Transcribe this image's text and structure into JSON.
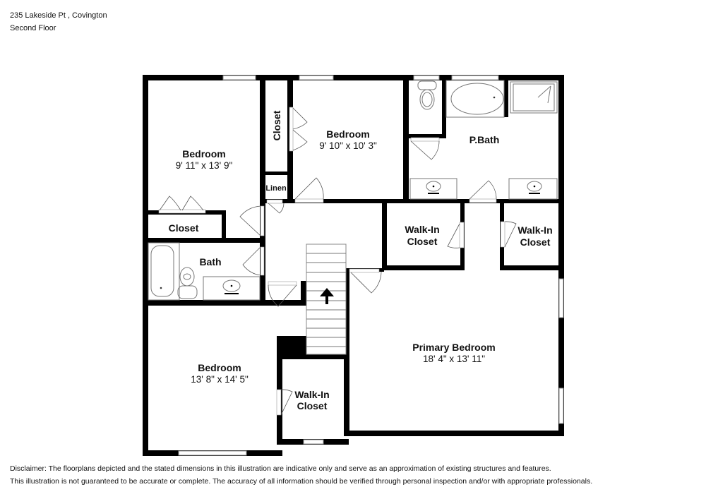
{
  "header": {
    "address": "235 Lakeside Pt , Covington",
    "floor": "Second Floor"
  },
  "rooms": {
    "bedroom_nw": {
      "name": "Bedroom",
      "dims": "9' 11\" x 13' 9\""
    },
    "closet_vertical": {
      "name": "Closet"
    },
    "bedroom_n": {
      "name": "Bedroom",
      "dims": "9' 10\" x 10' 3\""
    },
    "linen": {
      "name": "Linen"
    },
    "pbath": {
      "name": "P.Bath"
    },
    "closet_w": {
      "name": "Closet"
    },
    "bath": {
      "name": "Bath"
    },
    "walkin_1": {
      "line1": "Walk-In",
      "line2": "Closet"
    },
    "walkin_2": {
      "line1": "Walk-In",
      "line2": "Closet"
    },
    "bedroom_sw": {
      "name": "Bedroom",
      "dims": "13' 8\" x 14' 5\""
    },
    "walkin_3": {
      "line1": "Walk-In",
      "line2": "Closet"
    },
    "primary": {
      "name": "Primary Bedroom",
      "dims": "18' 4\" x 13' 11\""
    }
  },
  "stairs": {
    "direction_icon": "up-arrow"
  },
  "disclaimer": {
    "line1": "Disclaimer: The floorplans depicted and the stated dimensions in this illustration are indicative only and serve as an approximation of existing structures and features.",
    "line2": "This illustration is not guaranteed to be accurate or complete. The accuracy of all information should be verified through personal inspection and/or with appropriate professionals."
  }
}
